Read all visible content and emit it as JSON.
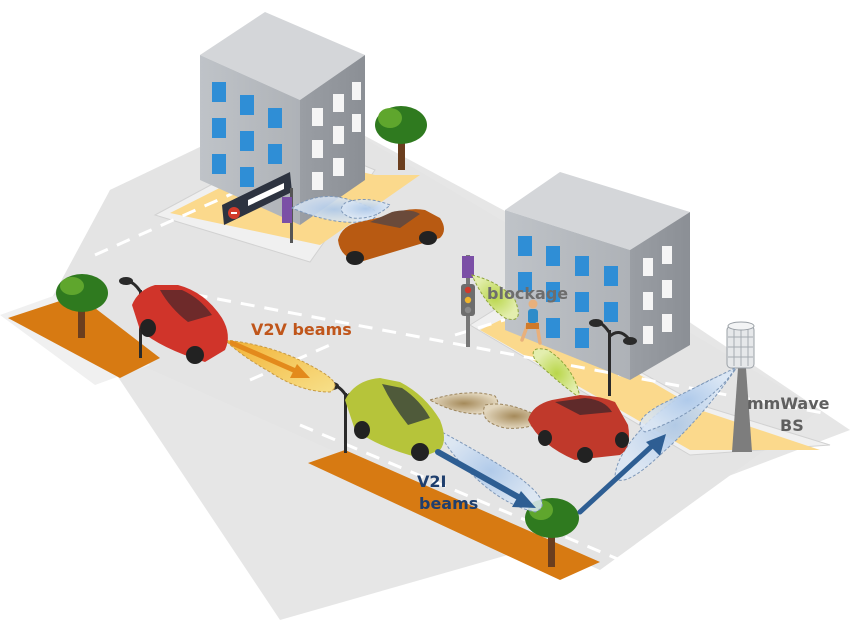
{
  "labels": {
    "v2v": "V2V beams",
    "v2i_line1": "V2I",
    "v2i_line2": "beams",
    "blockage": "blockage",
    "bs_line1": "mmWave",
    "bs_line2": "BS"
  },
  "colors": {
    "v2v": "#c0561b",
    "v2i": "#1f3f6e",
    "blockage": "#6d6d6d",
    "bs": "#5f5f5f"
  }
}
